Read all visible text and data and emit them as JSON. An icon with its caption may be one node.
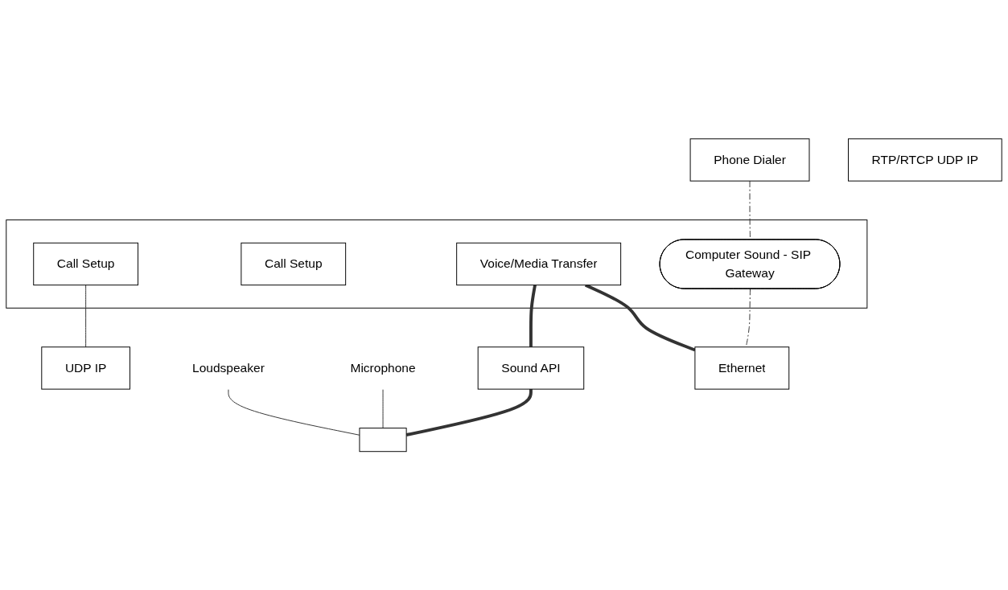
{
  "diagram": {
    "nodes": [
      {
        "text": [],
        "shape": "box"
      },
      {
        "text": [
          "Computer Sound - SIP Gateway"
        ],
        "in": 0
      },
      {
        "text": [
          "Phone Dialer"
        ]
      },
      {
        "text": [
          "Call Setup"
        ],
        "in": 0
      },
      {
        "text": [
          "Voice/Media Transfer"
        ],
        "in": 0
      },
      {
        "text": [
          "Call Setup"
        ],
        "in": 0
      },
      {
        "text": [
          "RTP/RTCP UDP IP"
        ]
      },
      {
        "text": [
          "UDP IP"
        ]
      },
      {
        "text": [
          "Sound API"
        ]
      },
      {
        "text": [
          "Microphone"
        ]
      },
      {
        "text": [
          "Loudspeaker"
        ]
      },
      {
        "text": [],
        "shape": "box"
      },
      {
        "text": [
          "Ethernet"
        ]
      }
    ],
    "edges": [
      {
        "from": 2,
        "to": 1,
        "arrow": "none",
        "style": "dashed"
      },
      {
        "from": 1,
        "to": 12,
        "arrow": "none",
        "style": "dashed"
      },
      {
        "from": 4,
        "to": 8,
        "arrow": "none",
        "style": "thick"
      },
      {
        "from": 4,
        "to": 12,
        "arrow": "none",
        "style": "thick"
      },
      {
        "from": 8,
        "to": 11,
        "arrow": "none",
        "style": "thick"
      },
      {
        "from": 9,
        "to": 11,
        "arrow": "none"
      },
      {
        "from": 10,
        "to": 11,
        "arrow": "none"
      },
      {
        "from": 5,
        "to": 7,
        "arrow": "none"
      }
    ]
  }
}
